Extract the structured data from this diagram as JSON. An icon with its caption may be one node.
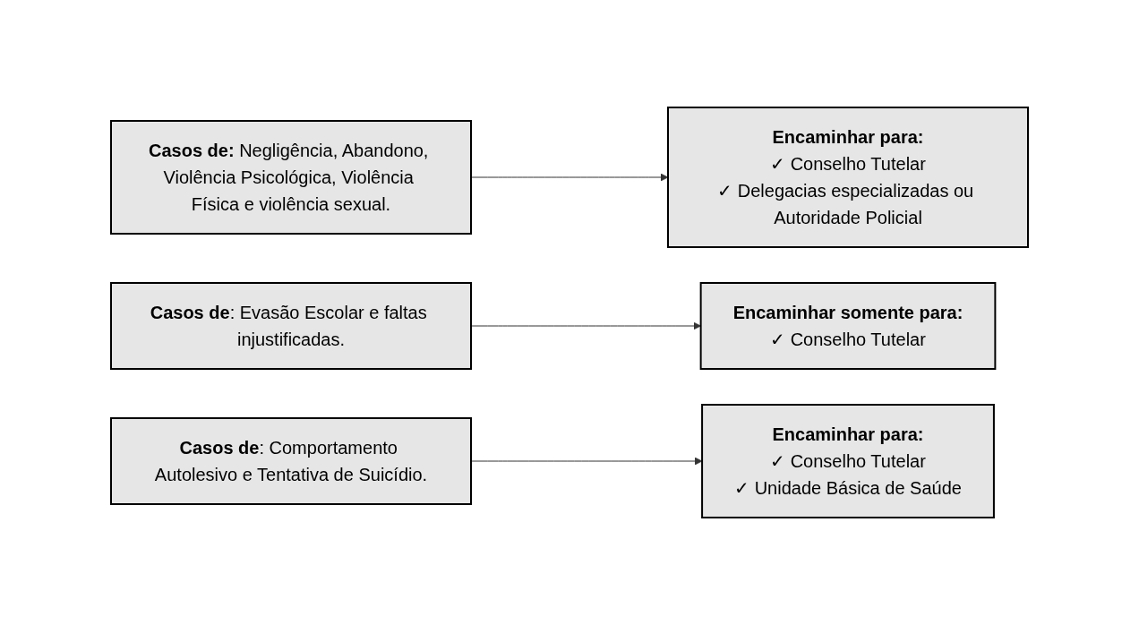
{
  "diagram": {
    "nodes": [
      {
        "text": [
          "**Casos de:** Negligência, Abandono, Violência Psicológica, Violência Física e violência sexual."
        ]
      },
      {
        "text": [
          "Encaminhar para:",
          "✓ Conselho Tutelar",
          "✓ Delegacias especializadas ou Autoridade Policial"
        ]
      },
      {
        "text": [
          "**Casos de**: Evasão Escolar e faltas injustificadas."
        ]
      },
      {
        "text": [
          "Encaminhar somente para:",
          "✓ Conselho Tutelar"
        ]
      },
      {
        "text": [
          "**Casos de**: Comportamento Autolesivo e Tentativa de Suicídio."
        ]
      },
      {
        "text": [
          "Encaminhar para:",
          "✓ Conselho Tutelar",
          "✓ Unidade Básica de Saúde"
        ]
      }
    ],
    "edges": [
      {
        "from": 0,
        "to": 1,
        "arrow": "to"
      },
      {
        "from": 2,
        "to": 3,
        "arrow": "to"
      },
      {
        "from": 4,
        "to": 5,
        "arrow": "to"
      }
    ]
  }
}
